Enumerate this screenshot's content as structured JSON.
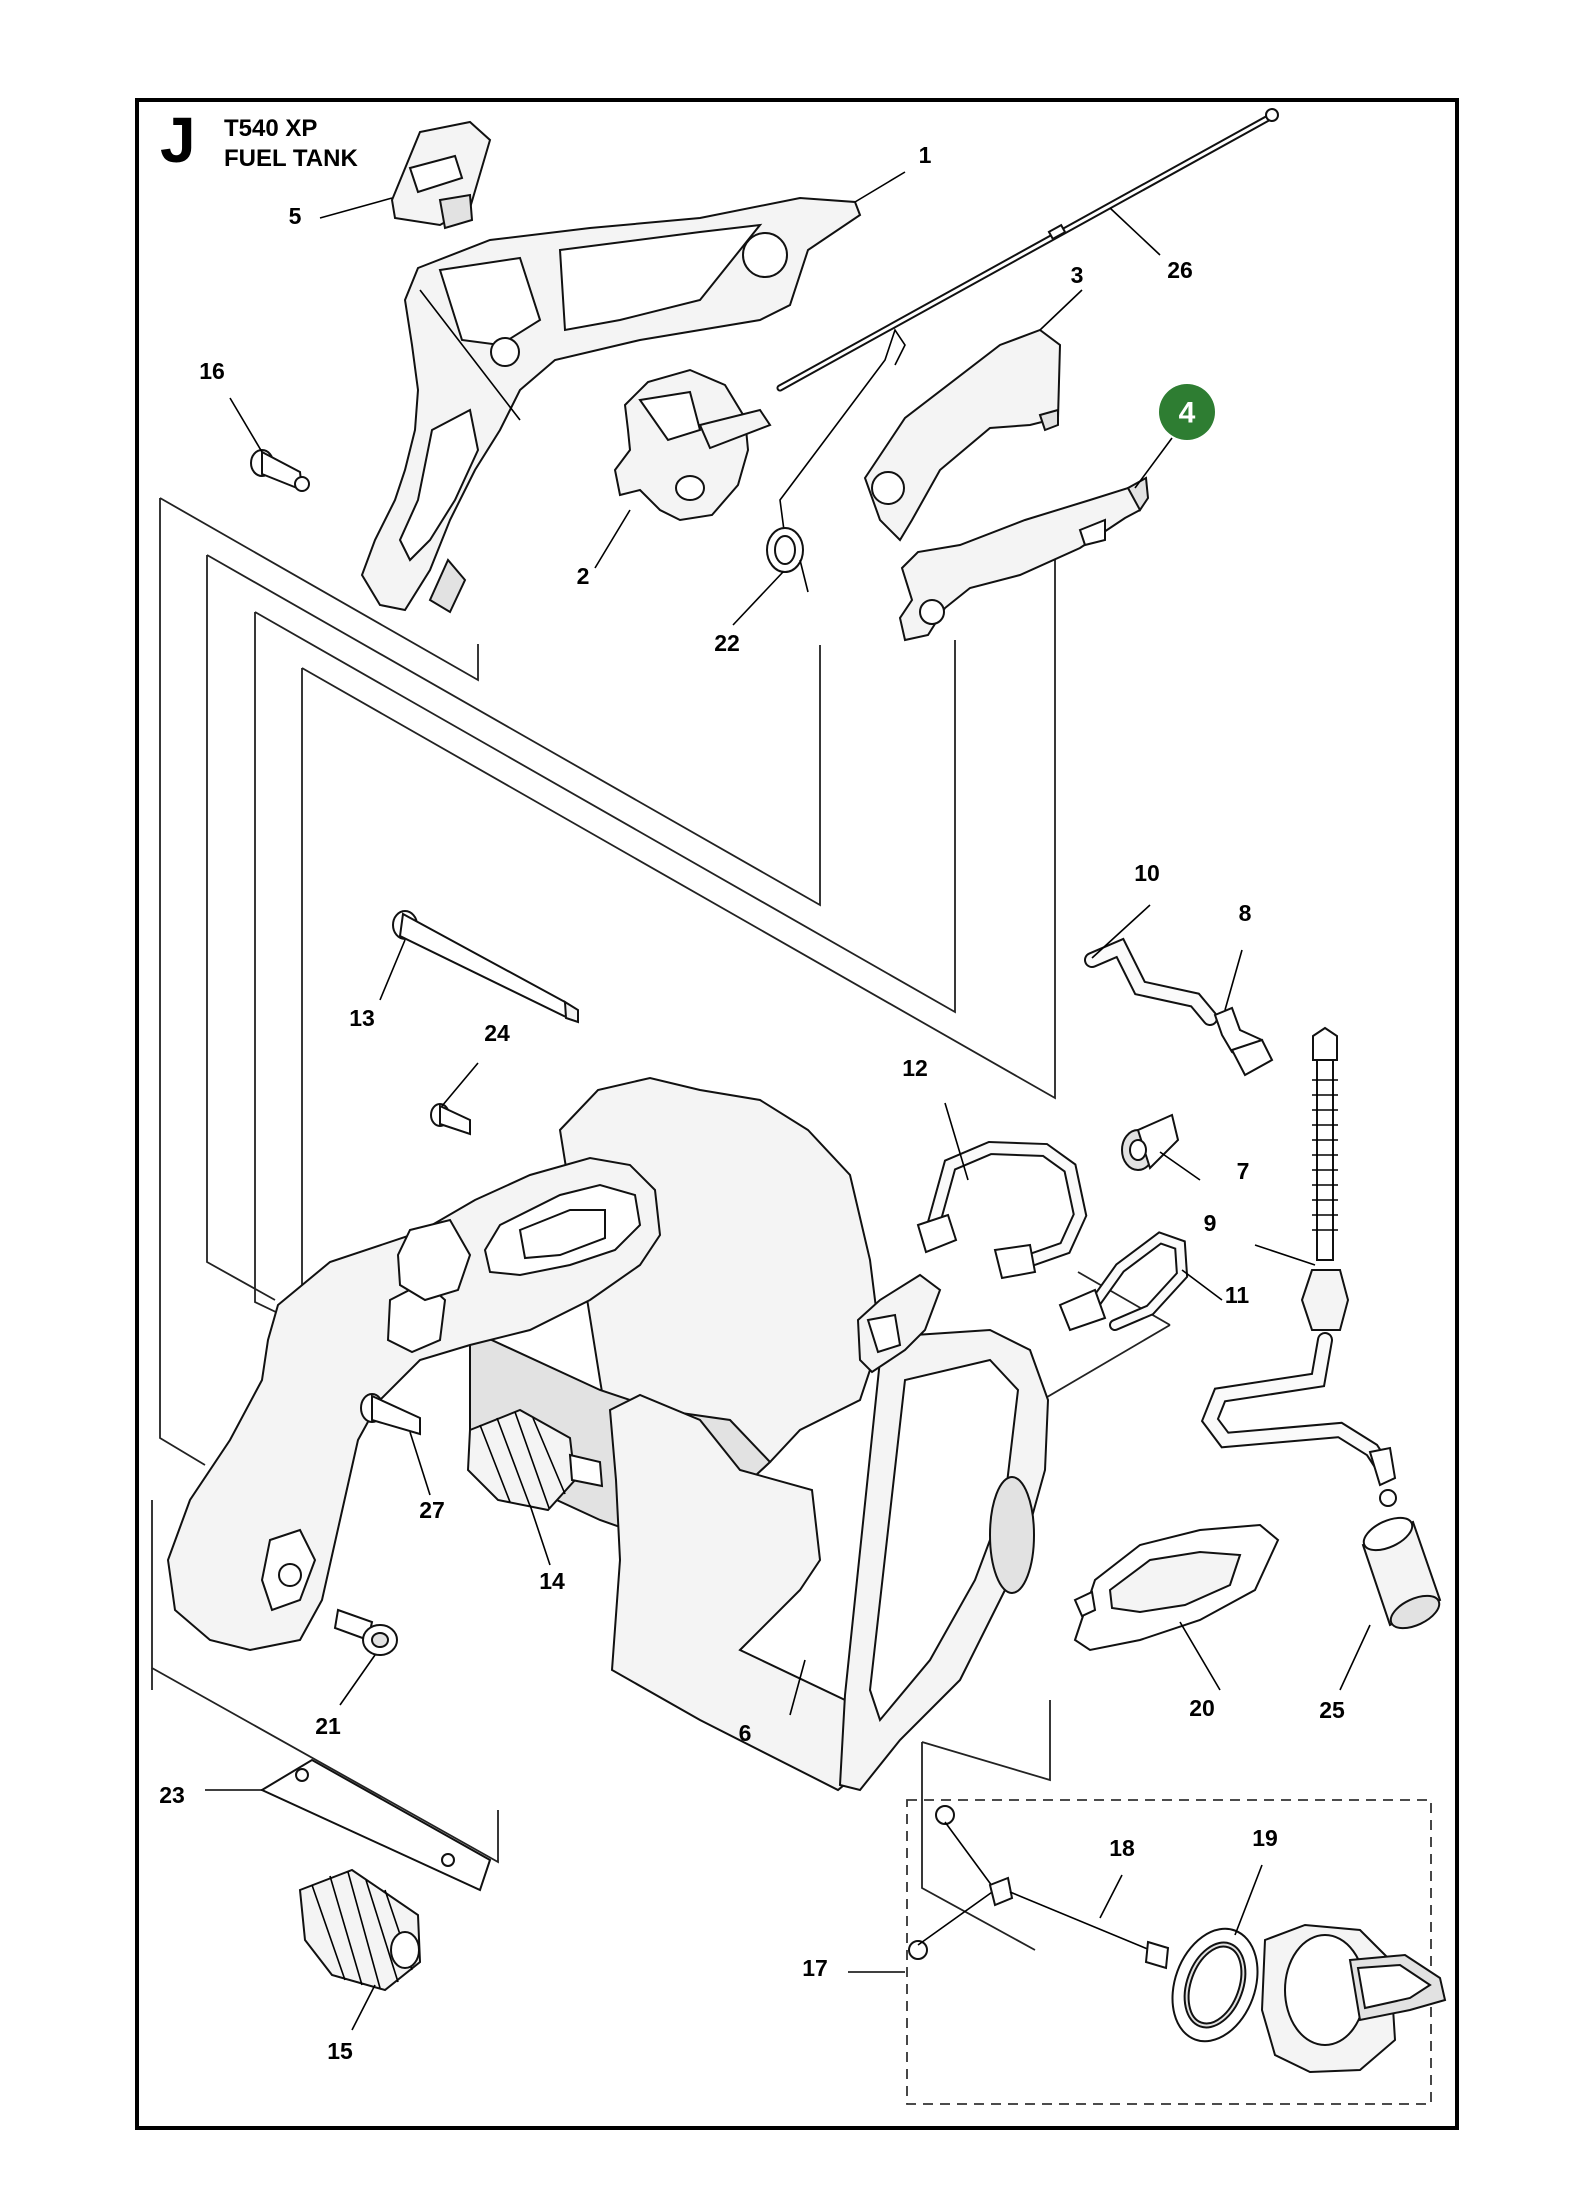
{
  "header": {
    "section": "J",
    "model": "T540 XP",
    "assembly": "FUEL TANK"
  },
  "highlight_color": "#2e7d32",
  "callouts": [
    {
      "id": "c1",
      "text": "1"
    },
    {
      "id": "c2",
      "text": "2"
    },
    {
      "id": "c3",
      "text": "3"
    },
    {
      "id": "c4",
      "text": "4",
      "highlighted": true
    },
    {
      "id": "c5",
      "text": "5"
    },
    {
      "id": "c6",
      "text": "6"
    },
    {
      "id": "c7",
      "text": "7"
    },
    {
      "id": "c8",
      "text": "8"
    },
    {
      "id": "c9",
      "text": "9"
    },
    {
      "id": "c10",
      "text": "10"
    },
    {
      "id": "c11",
      "text": "11"
    },
    {
      "id": "c12",
      "text": "12"
    },
    {
      "id": "c13",
      "text": "13"
    },
    {
      "id": "c14",
      "text": "14"
    },
    {
      "id": "c15",
      "text": "15"
    },
    {
      "id": "c16",
      "text": "16"
    },
    {
      "id": "c17",
      "text": "17"
    },
    {
      "id": "c18",
      "text": "18"
    },
    {
      "id": "c19",
      "text": "19"
    },
    {
      "id": "c20",
      "text": "20"
    },
    {
      "id": "c21",
      "text": "21"
    },
    {
      "id": "c22",
      "text": "22"
    },
    {
      "id": "c23",
      "text": "23"
    },
    {
      "id": "c24",
      "text": "24"
    },
    {
      "id": "c25",
      "text": "25"
    },
    {
      "id": "c26",
      "text": "26"
    },
    {
      "id": "c27",
      "text": "27"
    }
  ]
}
